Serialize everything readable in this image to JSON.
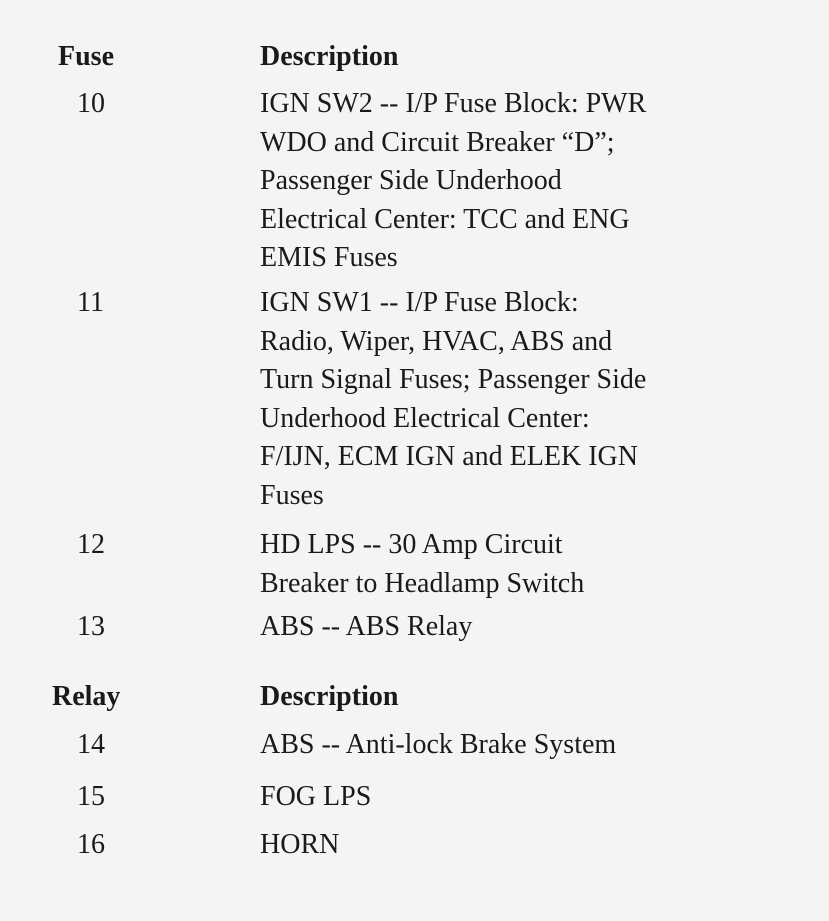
{
  "fuse_section": {
    "header": {
      "col1": "Fuse",
      "col2": "Description"
    },
    "rows": [
      {
        "number": "10",
        "lines": [
          "IGN SW2 -- I/P Fuse Block: PWR",
          "WDO and Circuit Breaker “D”;",
          "Passenger Side Underhood",
          "Electrical Center: TCC and ENG",
          "EMIS Fuses"
        ]
      },
      {
        "number": "11",
        "lines": [
          "IGN SW1 -- I/P Fuse Block:",
          "Radio, Wiper, HVAC, ABS and",
          "Turn Signal Fuses; Passenger Side",
          "Underhood Electrical Center:",
          "F/IJN, ECM IGN and ELEK IGN",
          "Fuses"
        ]
      },
      {
        "number": "12",
        "lines": [
          "HD LPS -- 30 Amp Circuit",
          "Breaker to Headlamp Switch"
        ]
      },
      {
        "number": "13",
        "lines": [
          "ABS -- ABS Relay"
        ]
      }
    ]
  },
  "relay_section": {
    "header": {
      "col1": "Relay",
      "col2": "Description"
    },
    "rows": [
      {
        "number": "14",
        "lines": [
          "ABS -- Anti-lock Brake System"
        ]
      },
      {
        "number": "15",
        "lines": [
          "FOG LPS"
        ]
      },
      {
        "number": "16",
        "lines": [
          "HORN"
        ]
      }
    ]
  }
}
